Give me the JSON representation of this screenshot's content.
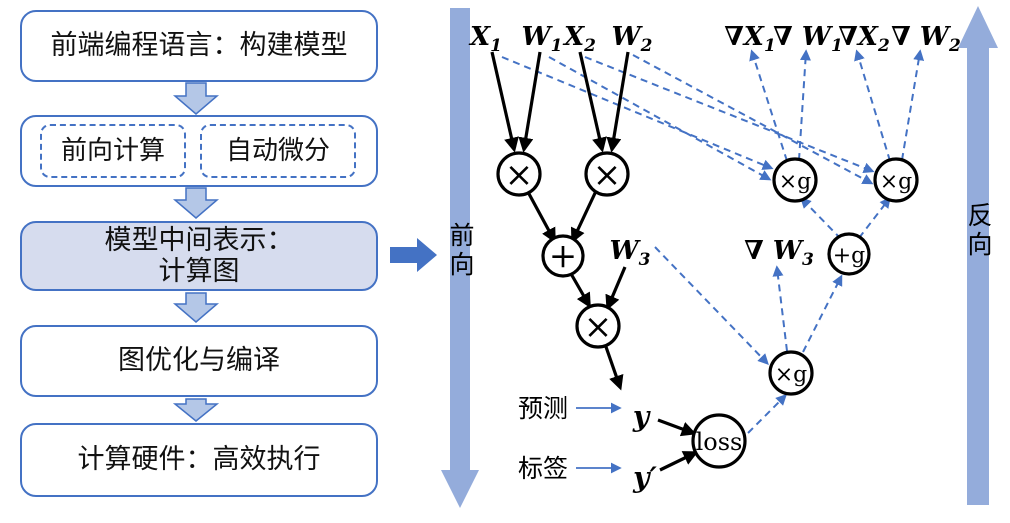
{
  "flowchart": {
    "boxes": [
      {
        "label": "前端编程语言：构建模型"
      },
      {
        "sub_boxes": [
          {
            "label": "前向计算"
          },
          {
            "label": "自动微分"
          }
        ]
      },
      {
        "lines": [
          "模型中间表示：",
          "计算图"
        ],
        "highlighted": true
      },
      {
        "label": "图优化与编译"
      },
      {
        "label": "计算硬件：高效执行"
      }
    ]
  },
  "direction_bars": {
    "forward": "前向",
    "backward": "反向"
  },
  "graph": {
    "inputs": [
      {
        "base": "X",
        "sub": "1"
      },
      {
        "base": "W",
        "sub": "1"
      },
      {
        "base": "X",
        "sub": "2"
      },
      {
        "base": "W",
        "sub": "2"
      }
    ],
    "w3": {
      "base": "W",
      "sub": "3"
    },
    "grads": [
      {
        "base": "∇X",
        "sub": "1"
      },
      {
        "base": "∇ W",
        "sub": "1"
      },
      {
        "base": "∇X",
        "sub": "2"
      },
      {
        "base": "∇ W",
        "sub": "2"
      }
    ],
    "grad_w3": {
      "base": "∇ W",
      "sub": "3"
    },
    "nodes": {
      "multiply": "×",
      "add": "+",
      "multiply_grad": "×g",
      "add_grad": "+g",
      "loss": "loss"
    },
    "pred_label": "预测",
    "target_label": "标签",
    "y": "y",
    "y_prime": "y′"
  },
  "colors": {
    "primary_blue": "#4472C4",
    "light_bar_blue": "#94ACDB",
    "arrow_fill_blue": "#B4C7E7",
    "highlight_box_fill": "#D6DCEE",
    "dashed_line_blue": "#4472C4",
    "black": "#000000"
  }
}
